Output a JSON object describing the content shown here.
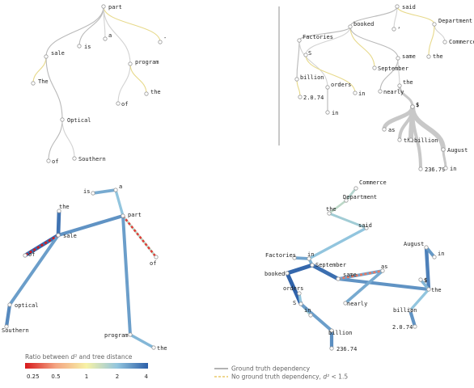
{
  "tree1": {
    "nodes": [
      "part",
      "is",
      "a",
      "-",
      "sale",
      "program",
      "The",
      "of",
      "the",
      "Optical",
      "of",
      "Southern"
    ],
    "edges": [
      [
        0,
        1
      ],
      [
        0,
        2
      ],
      [
        0,
        3
      ],
      [
        0,
        4
      ],
      [
        0,
        5
      ],
      [
        4,
        6
      ],
      [
        4,
        9
      ],
      [
        5,
        7
      ],
      [
        5,
        8
      ],
      [
        9,
        10
      ],
      [
        9,
        11
      ]
    ]
  },
  "tree2": {
    "nodes": [
      "said",
      "booked",
      "’",
      "Department",
      "Factories",
      "S",
      "September",
      "same",
      "Commerce",
      "the",
      "billion",
      "orders",
      "in",
      "nearly",
      "the",
      "2.0.74",
      "in",
      "$",
      "as",
      "the",
      "billion",
      "August",
      "236.79",
      "in"
    ],
    "edges": [
      [
        0,
        1
      ],
      [
        0,
        2
      ],
      [
        0,
        3
      ],
      [
        1,
        4
      ],
      [
        1,
        5
      ],
      [
        1,
        6
      ],
      [
        1,
        7
      ],
      [
        3,
        8
      ],
      [
        3,
        9
      ],
      [
        4,
        10
      ],
      [
        4,
        11
      ],
      [
        5,
        12
      ],
      [
        7,
        13
      ],
      [
        7,
        14
      ],
      [
        10,
        15
      ],
      [
        11,
        16
      ],
      [
        14,
        17
      ],
      [
        17,
        18
      ],
      [
        17,
        19
      ],
      [
        17,
        20
      ],
      [
        17,
        21
      ],
      [
        17,
        22
      ],
      [
        21,
        23
      ]
    ]
  },
  "emb1": {
    "labels": [
      "a",
      "is",
      "part",
      "the",
      "sale",
      "of",
      "of",
      "optical",
      "Southern",
      "program",
      "the"
    ],
    "ratios": [
      2.4,
      2.0,
      1.5,
      2.8,
      3.5,
      3.7,
      2.6,
      3.0,
      2.6,
      2.2
    ],
    "dashed": [
      [
        0.25,
        0
      ],
      [
        0.3,
        1
      ]
    ]
  },
  "emb2": {
    "labels": [
      "Commerce",
      "Department",
      "the",
      "said",
      "Factories",
      "in",
      "September",
      "booked",
      "same",
      "as",
      "$",
      "August",
      "in",
      "the",
      "orders",
      "nearly",
      "billion",
      "in",
      "billion",
      "2.0.74",
      "236.74",
      "S"
    ],
    "ratios": [
      1.6,
      1.5,
      1.8,
      2.0,
      2.3,
      2.5,
      3.8,
      3.9,
      3.6,
      2.8,
      2.5,
      3.2,
      2.7,
      2.2,
      2.0,
      2.8,
      2.4,
      2.0,
      1.7,
      2.6,
      2.9
    ],
    "dashed": [
      [
        0.4,
        0
      ]
    ]
  },
  "legend": {
    "colorbar_title_prefix": "Ratio between",
    "colorbar_title_suffix": "and tree distance",
    "colorbar_symbol": "d²",
    "ticks": [
      "0.25",
      "0.5",
      "1",
      "2",
      "4"
    ],
    "tick_colors": [
      "#d7191c",
      "#f4a582",
      "#e8e07a",
      "#92c5de",
      "#2c5fa8"
    ],
    "line_solid": "Ground truth dependency",
    "line_dashed_prefix": "No ground truth dependency,",
    "line_dashed_suffix": "< 1.5"
  }
}
